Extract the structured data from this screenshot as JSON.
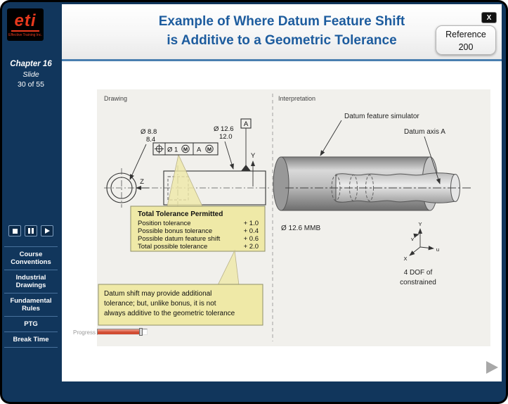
{
  "window": {
    "close_label": "X"
  },
  "logo": {
    "brand": "eti",
    "tagline": "Effective Training Inc."
  },
  "sidebar": {
    "chapter": "Chapter 16",
    "slide_word": "Slide",
    "slide_count": "30 of 55",
    "nav": [
      "Course Conventions",
      "Industrial Drawings",
      "Fundamental Rules",
      "PTG",
      "Break Time"
    ],
    "icons": {
      "stop": "stop-square",
      "pause": "pause-bars",
      "play": "play-triangle"
    }
  },
  "header": {
    "title_line1": "Example of Where Datum Feature Shift",
    "title_line2": "is Additive to a Geometric Tolerance",
    "reference_label": "Reference",
    "reference_number": "200"
  },
  "slide": {
    "drawing_label": "Drawing",
    "interpretation_label": "Interpretation",
    "drawing": {
      "dim_hole_upper": "Ø 8.8",
      "dim_hole_lower": "8.4",
      "dim_pin_upper": "Ø 12.6",
      "dim_pin_lower": "12.0",
      "datum_flag": "A",
      "axis_y": "Y",
      "axis_z": "Z",
      "fcf": {
        "symbol": "position",
        "tolerance": "Ø 1",
        "modifier": "M",
        "datum_ref": "A"
      }
    },
    "tolerance_box": {
      "title": "Total Tolerance Permitted",
      "rows": [
        {
          "label": "Position tolerance",
          "value": "+ 1.0"
        },
        {
          "label": "Possible bonus tolerance",
          "value": "+ 0.4"
        },
        {
          "label": "Possible datum feature shift",
          "value": "+ 0.6"
        },
        {
          "label": "Total possible tolerance",
          "value": "+ 2.0"
        }
      ]
    },
    "note_lines": [
      "Datum shift may provide additional",
      "tolerance; but, unlike bonus, it is not",
      "always additive to the geometric tolerance"
    ],
    "interpretation": {
      "simulator_label": "Datum feature simulator",
      "axis_label": "Datum axis A",
      "mmb_label": "Ø 12.6 MMB",
      "coord": {
        "y": "Y",
        "x": "X",
        "u": "u",
        "v": "v"
      },
      "dof_line1": "4 DOF of",
      "dof_line2": "constrained"
    },
    "progress_label": "Progress"
  },
  "footer": {
    "next_icon": "right-arrow"
  },
  "colors": {
    "navy_background": "#11365c",
    "title_blue": "#1d5c9e",
    "header_underline": "#4a7fb0",
    "logo_red": "#e8391d",
    "callout_yellow": "#efe9a7",
    "progress_red": "#d04a30"
  }
}
